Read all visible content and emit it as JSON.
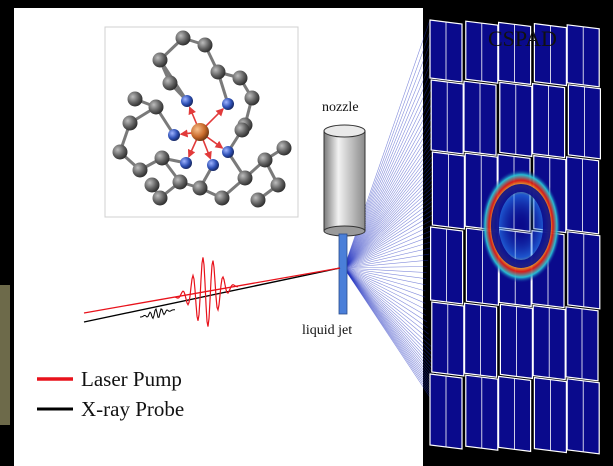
{
  "detector": {
    "label": "CSPAD"
  },
  "nozzle": {
    "label": "nozzle"
  },
  "jet": {
    "label": "liquid jet"
  },
  "legend": {
    "items": [
      {
        "label": "Laser Pump",
        "color": "#e8121b"
      },
      {
        "label": "X-ray Probe",
        "color": "#000000"
      }
    ]
  },
  "colors": {
    "background": "#000000",
    "panel": "#ffffff",
    "detector_tile": "#0a0a8c",
    "scatter_rays": "#1f2fbf",
    "jet": "#4a7fd9",
    "metal_atom": "#c96b2c",
    "nitrogen_atom": "#2d4fb5",
    "carbon_atom": "#5e5e5e",
    "bond_arrow": "#e23a3a"
  }
}
